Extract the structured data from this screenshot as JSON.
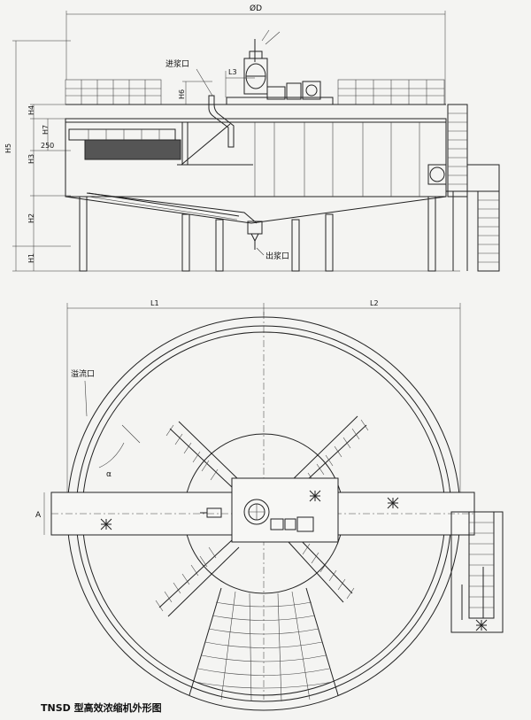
{
  "labels": {
    "diameter": "ØD",
    "inlet": "进浆口",
    "outlet": "出浆口",
    "overflow": "溢流口",
    "L3": "L3",
    "H6": "H6",
    "H4": "H4",
    "H7": "H7",
    "H5": "H5",
    "H3": "H3",
    "H2": "H2",
    "H1": "H1",
    "dim250": "250",
    "L1": "L1",
    "L2": "L2",
    "alpha": "α",
    "A": "A"
  },
  "caption": "TNSD 型高效浓缩机外形图"
}
